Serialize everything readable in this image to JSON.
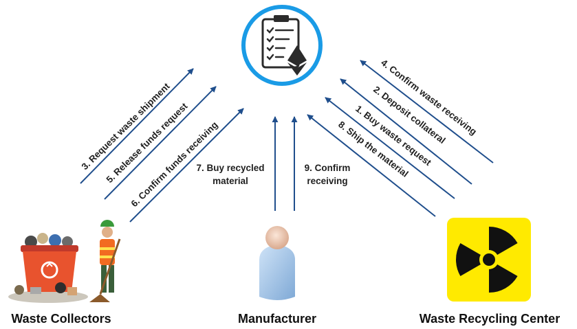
{
  "actors": {
    "collectors": "Waste Collectors",
    "manufacturer": "Manufacturer",
    "center": "Waste Recycling Center"
  },
  "steps": {
    "s1": "1. Buy waste request",
    "s2": "2. Deposit collateral",
    "s3": "3. Request waste shipment",
    "s4": "4. Confirm waste receiving",
    "s5": "5. Release funds request",
    "s6": "6. Confirm funds receiving",
    "s7_line1": "7. Buy recycled",
    "s7_line2": "material",
    "s8": "8. Ship the material",
    "s9_line1": "9. Confirm",
    "s9_line2": "receiving"
  },
  "colors": {
    "arrow": "#1f4e8c",
    "ring": "#1a9be6",
    "hazard_bg": "#ffea00"
  },
  "icons": {
    "contract": "smart-contract-clipboard-icon",
    "bin": "recycle-bin-icon",
    "worker": "worker-icon",
    "person": "person-icon",
    "hazard": "radiation-hazard-icon"
  }
}
